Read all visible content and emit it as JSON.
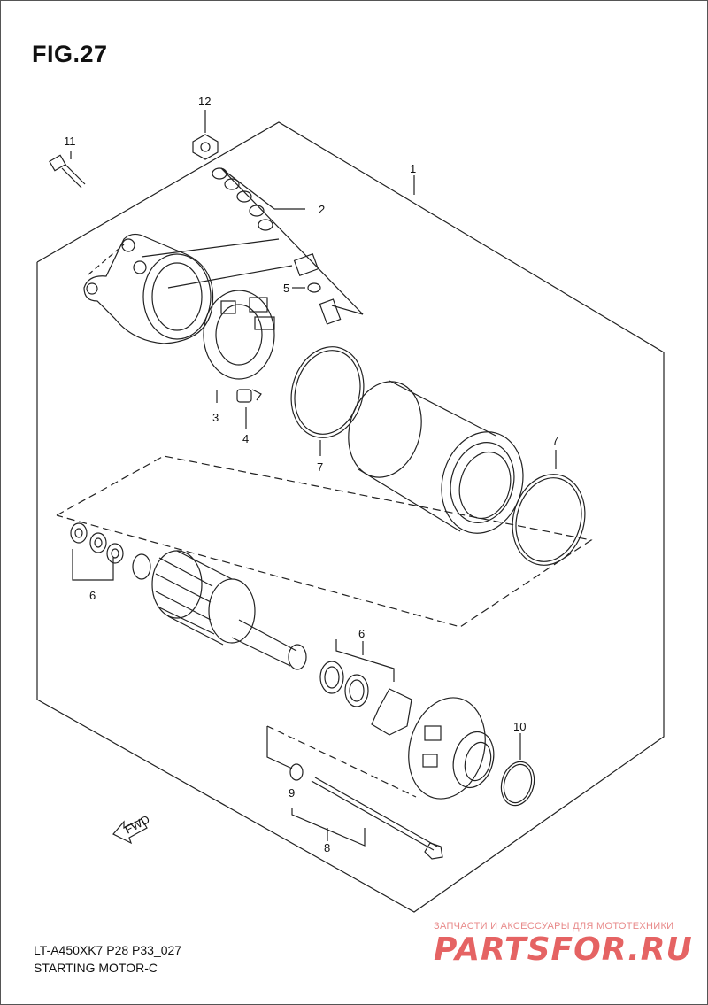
{
  "figure": {
    "title": "FIG.27"
  },
  "footer": {
    "code": "LT-A450XK7 P28 P33_027",
    "caption": "STARTING MOTOR-C"
  },
  "fwd_label": "FWD",
  "watermark": {
    "subtitle": "ЗАПЧАСТИ И АКСЕССУАРЫ ДЛЯ МОТОТЕХНИКИ",
    "logo": "PARTSFOR.RU"
  },
  "callouts": {
    "c1": "1",
    "c2": "2",
    "c3": "3",
    "c4": "4",
    "c5": "5",
    "c6a": "6",
    "c6b": "6",
    "c7a": "7",
    "c7b": "7",
    "c8": "8",
    "c9": "9",
    "c10": "10",
    "c11": "11",
    "c12": "12"
  }
}
